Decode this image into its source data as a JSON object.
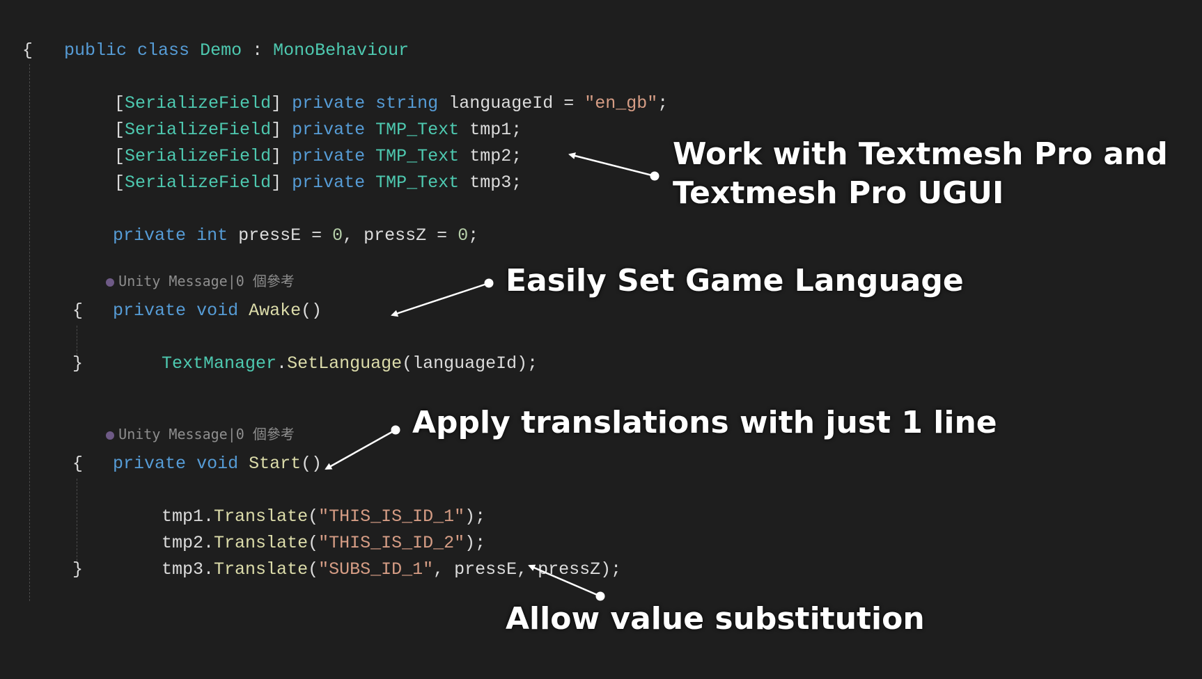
{
  "code": {
    "class_decl": {
      "kw1": "public",
      "kw2": "class",
      "name": "Demo",
      "sep": " : ",
      "base": "MonoBehaviour"
    },
    "open_brace": "{",
    "close_brace": "}",
    "fields": [
      {
        "attr_open": "[",
        "attr": "SerializeField",
        "attr_close": "]",
        "kw": "private",
        "type": "string",
        "name": "languageId",
        "eq": " = ",
        "value": "\"en_gb\"",
        "end": ";"
      },
      {
        "attr_open": "[",
        "attr": "SerializeField",
        "attr_close": "]",
        "kw": "private",
        "type": "TMP_Text",
        "name": "tmp1",
        "end": ";"
      },
      {
        "attr_open": "[",
        "attr": "SerializeField",
        "attr_close": "]",
        "kw": "private",
        "type": "TMP_Text",
        "name": "tmp2",
        "end": ";"
      },
      {
        "attr_open": "[",
        "attr": "SerializeField",
        "attr_close": "]",
        "kw": "private",
        "type": "TMP_Text",
        "name": "tmp3",
        "end": ";"
      }
    ],
    "counter_line": {
      "kw1": "private",
      "kw2": "int",
      "var1": "pressE",
      "eq1": " = ",
      "val1": "0",
      "comma": ", ",
      "var2": "pressZ",
      "eq2": " = ",
      "val2": "0",
      "end": ";"
    },
    "codelens_text": "Unity Message|0 個參考",
    "awake": {
      "kw1": "private",
      "kw2": "void",
      "name": "Awake",
      "parens": "()",
      "body": {
        "obj": "TextManager",
        "dot": ".",
        "method": "SetLanguage",
        "args": "(languageId);"
      }
    },
    "start": {
      "kw1": "private",
      "kw2": "void",
      "name": "Start",
      "parens": "()",
      "calls": [
        {
          "obj": "tmp1",
          "dot": ".",
          "method": "Translate",
          "open": "(",
          "arg": "\"THIS_IS_ID_1\"",
          "close": ");"
        },
        {
          "obj": "tmp2",
          "dot": ".",
          "method": "Translate",
          "open": "(",
          "arg": "\"THIS_IS_ID_2\"",
          "close": ");"
        },
        {
          "obj": "tmp3",
          "dot": ".",
          "method": "Translate",
          "open": "(",
          "arg": "\"SUBS_ID_1\"",
          "close": ", pressE, pressZ);"
        }
      ]
    }
  },
  "annotations": {
    "textmesh": [
      "Work with Textmesh Pro and",
      "Textmesh Pro UGUI"
    ],
    "language": "Easily Set Game Language",
    "translations": "Apply translations with just 1 line",
    "substitution": "Allow value substitution"
  },
  "colors": {
    "background": "#1e1e1e",
    "keyword": "#569cd6",
    "type": "#4ec9b0",
    "string": "#d69d85",
    "method": "#dcdcaa",
    "plain": "#dcdcdc",
    "annotation": "#ffffff"
  },
  "icons": {
    "codelens": "unity-message-dot-icon"
  }
}
